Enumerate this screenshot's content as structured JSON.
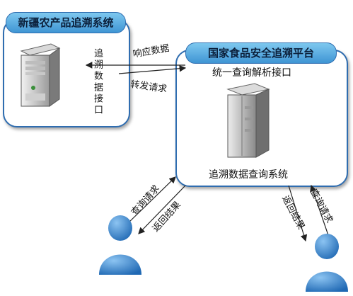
{
  "left_panel": {
    "title": "新疆农产品追溯系统",
    "side_label": "追溯数据接口"
  },
  "right_panel": {
    "title": "国家食品安全追溯平台",
    "interface_label": "统一查询解析接口",
    "system_label": "追溯数据查询系统"
  },
  "arrows": {
    "response": "响应数据",
    "forward": "转发请求"
  },
  "user_left": {
    "query": "查询请求",
    "result": "返回结果"
  },
  "user_right": {
    "query": "查询请求",
    "result": "返回结果"
  },
  "colors": {
    "border": "#2f6db0",
    "header_top": "#7ec8ef",
    "header_bottom": "#3f95d4",
    "person": "#2b7fcf"
  }
}
